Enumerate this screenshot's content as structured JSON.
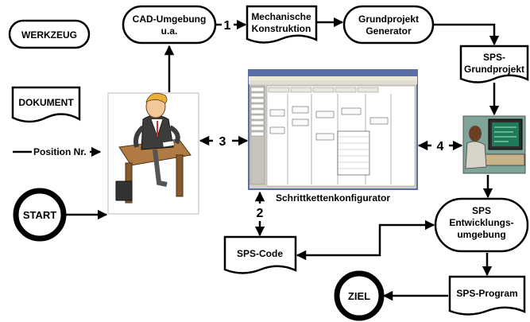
{
  "legend": {
    "tool": "WERKZEUG",
    "document": "DOKUMENT",
    "position": "Position Nr."
  },
  "nodes": {
    "start": "START",
    "cad_line1": "CAD-Umgebung",
    "cad_line2": "u.a.",
    "mech_line1": "Mechanische",
    "mech_line2": "Konstruktion",
    "grund_line1": "Grundprojekt",
    "grund_line2": "Generator",
    "sps_grund_line1": "SPS-",
    "sps_grund_line2": "Grundprojekt",
    "sps_code": "SPS-Code",
    "entw_line1": "SPS",
    "entw_line2": "Entwicklungs-",
    "entw_line3": "umgebung",
    "sps_program": "SPS-Program",
    "ziel": "ZIEL"
  },
  "screenshot": {
    "caption": "Schrittkettenkonfigurator"
  },
  "positions": {
    "p1": "1",
    "p2": "2",
    "p3": "3",
    "p4": "4"
  },
  "colors": {
    "stroke": "#000000",
    "fill": "#ffffff",
    "app_frame": "#5a6fa8",
    "app_bg": "#d4d0c8"
  },
  "icons": {
    "engineer": "engineer-at-desk-icon",
    "operator": "operator-at-computer-icon"
  }
}
